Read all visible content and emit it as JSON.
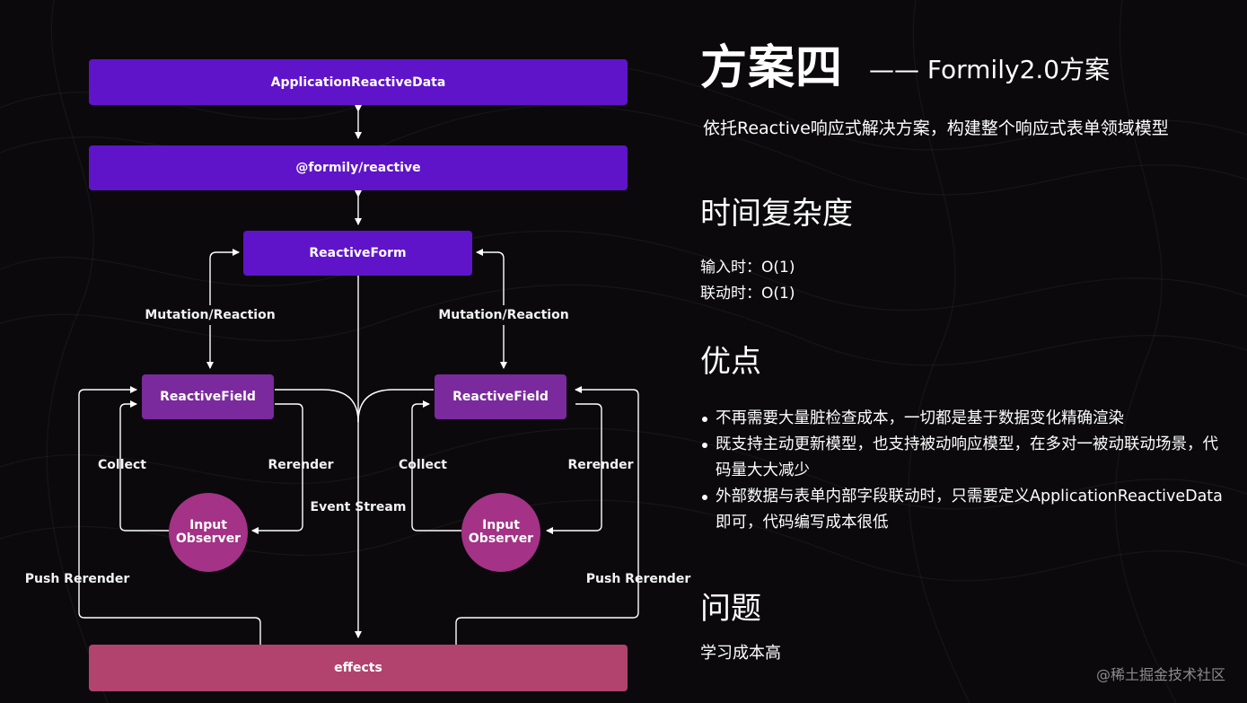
{
  "diagram": {
    "app_data": "ApplicationReactiveData",
    "formily_reactive": "@formily/reactive",
    "reactive_form": "ReactiveForm",
    "field_left": "ReactiveField",
    "field_right": "ReactiveField",
    "observer_left": "Input\nObserver",
    "observer_right": "Input\nObserver",
    "effects": "effects",
    "mutation_left": "Mutation/Reaction",
    "mutation_right": "Mutation/Reaction",
    "collect_left": "Collect",
    "collect_right": "Collect",
    "rerender_left": "Rerender",
    "rerender_right": "Rerender",
    "event_stream": "Event Stream",
    "push_left": "Push Rerender",
    "push_right": "Push Rerender"
  },
  "panel": {
    "title": "方案四",
    "subtitle": "—— Formily2.0方案",
    "description": "依托Reactive响应式解决方案，构建整个响应式表单领域模型",
    "complexity_heading": "时间复杂度",
    "complexity_lines": [
      "输入时：O(1)",
      "联动时：O(1)"
    ],
    "pros_heading": "优点",
    "pros": [
      "不再需要大量脏检查成本，一切都是基于数据变化精确渲染",
      "既支持主动更新模型，也支持被动响应模型，在多对一被动联动场景，代码量大大减少",
      "外部数据与表单内部字段联动时，只需要定义ApplicationReactiveData即可，代码编写成本很低"
    ],
    "issues_heading": "问题",
    "issues_text": "学习成本高"
  },
  "watermark": "@稀土掘金技术社区",
  "colors": {
    "background": "#0b090c",
    "purple_box": "#5f14c9",
    "field_box": "#7a2a9c",
    "observer_circle": "#a43286",
    "effects_box": "#b2426e",
    "line": "#ffffff"
  }
}
